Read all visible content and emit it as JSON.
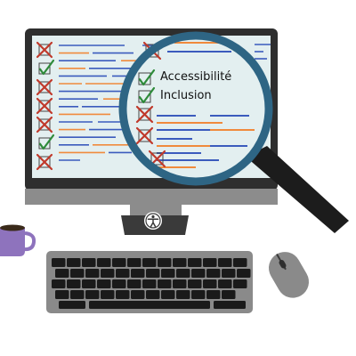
{
  "lens": {
    "items": [
      {
        "label": "Accessibilité",
        "state": "check"
      },
      {
        "label": "Inclusion",
        "state": "check"
      }
    ]
  },
  "screen": {
    "checklist": [
      "cross",
      "check",
      "cross",
      "cross",
      "cross",
      "check",
      "cross"
    ]
  },
  "icons": {
    "monitor_badge": "accessibility-icon",
    "magnifier": "magnifying-glass-icon",
    "mug": "coffee-mug-icon",
    "keyboard": "keyboard-icon",
    "mouse": "mouse-icon"
  },
  "colors": {
    "monitor_frame": "#2e2e2e",
    "screen_bg": "#e3eff0",
    "lens_ring": "#2e6584",
    "cross": "#c0392b",
    "check": "#2e8b3a",
    "line_blue": "#3b5bbd",
    "line_orange": "#f08a3c",
    "mug": "#8e73bd",
    "keyboard": "#8a8a8a"
  }
}
